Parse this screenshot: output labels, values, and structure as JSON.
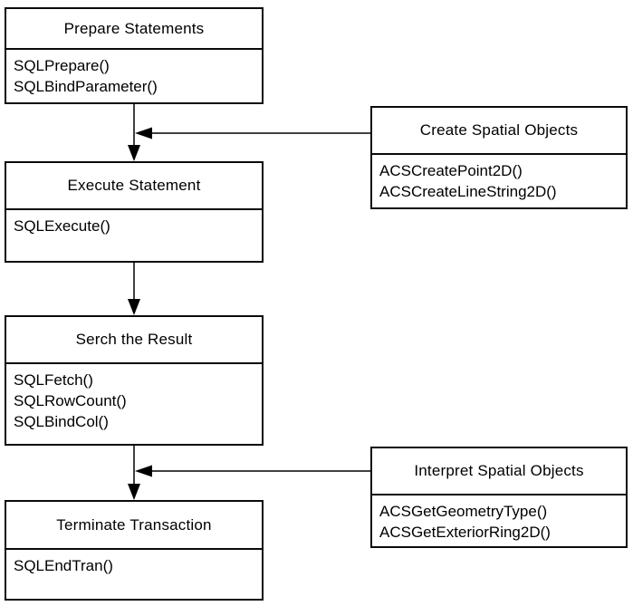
{
  "diagram": {
    "nodes": {
      "prepare": {
        "title": "Prepare Statements",
        "functions": [
          "SQLPrepare()",
          "SQLBindParameter()"
        ]
      },
      "create_spatial": {
        "title": "Create Spatial Objects",
        "functions": [
          "ACSCreatePoint2D()",
          "ACSCreateLineString2D()"
        ]
      },
      "execute": {
        "title": "Execute Statement",
        "functions": [
          "SQLExecute()"
        ]
      },
      "search": {
        "title": "Serch the Result",
        "functions": [
          "SQLFetch()",
          "SQLRowCount()",
          "SQLBindCol()"
        ]
      },
      "interpret": {
        "title": "Interpret Spatial Objects",
        "functions": [
          "ACSGetGeometryType()",
          "ACSGetExteriorRing2D()"
        ]
      },
      "terminate": {
        "title": "Terminate Transaction",
        "functions": [
          "SQLEndTran()"
        ]
      }
    },
    "edges": [
      {
        "from": "prepare",
        "to": "execute",
        "style": "vertical-arrow"
      },
      {
        "from": "create_spatial",
        "to": "prepare-execute-connector",
        "style": "horizontal-arrow"
      },
      {
        "from": "execute",
        "to": "search",
        "style": "vertical-arrow"
      },
      {
        "from": "search",
        "to": "terminate",
        "style": "vertical-arrow"
      },
      {
        "from": "interpret",
        "to": "search-terminate-connector",
        "style": "horizontal-arrow"
      }
    ],
    "colors": {
      "border": "#0a0a0a",
      "line": "#000000",
      "text": "#000000",
      "background": "#ffffff"
    }
  }
}
